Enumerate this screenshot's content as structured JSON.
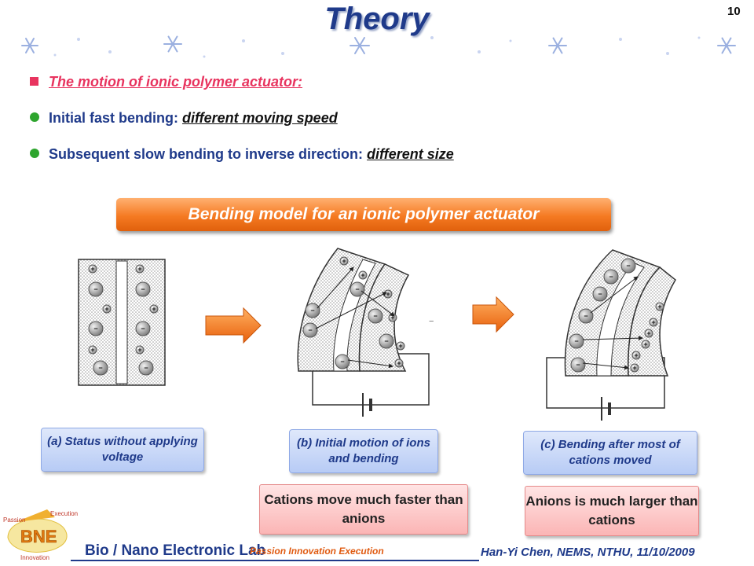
{
  "slide": {
    "title": "Theory",
    "page_number": "10"
  },
  "bullets": [
    {
      "marker": "square",
      "text": "The motion of ionic polymer actuator:"
    },
    {
      "marker": "dot",
      "lead": "Initial fast bending: ",
      "emphasis": "different moving speed"
    },
    {
      "marker": "dot",
      "lead": "Subsequent slow bending to inverse direction: ",
      "emphasis": "different size"
    }
  ],
  "banner": "Bending model for an ionic polymer actuator",
  "captions": {
    "a": "(a) Status without applying voltage",
    "b": "(b) Initial motion of ions and bending",
    "c": "(c) Bending after most of cations moved"
  },
  "notes": {
    "left": "Cations move much faster than anions",
    "right": "Anions is much larger than cations"
  },
  "diagram_symbols": {
    "plus": "+",
    "minus": "−"
  },
  "footer": {
    "author": "Han-Yi Chen, NEMS, NTHU, 11/10/2009",
    "lab_name": "Bio / Nano Electronic Lab",
    "lab_tagline": "Passion Innovation Execution",
    "logo_text": "BNE",
    "logo_words": [
      "Passion",
      "Execution",
      "Innovation"
    ]
  },
  "colors": {
    "title": "#1f3a8a",
    "accent_pink": "#e8345f",
    "bullet_green": "#2ea52e",
    "banner_orange": "#f57a22"
  }
}
